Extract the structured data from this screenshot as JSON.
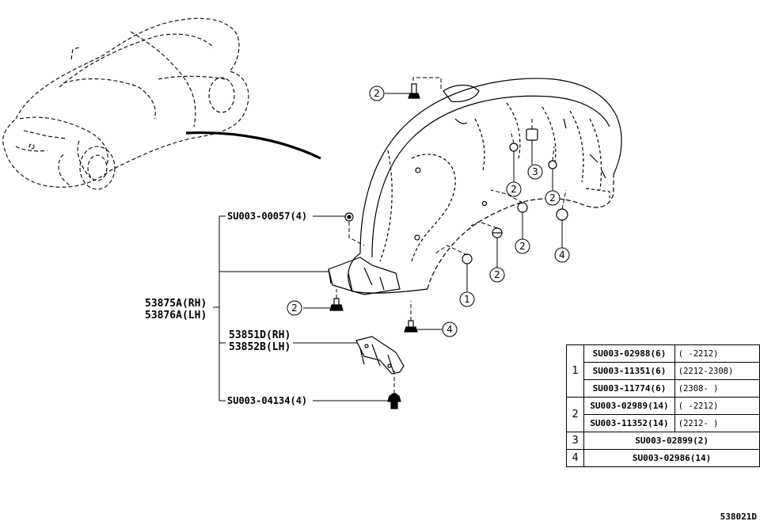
{
  "callouts": {
    "c1": "1",
    "c2": "2",
    "c3": "3",
    "c4": "4"
  },
  "labels": {
    "clip_top": "SU003-00057(4)",
    "liner_rh": "53875A(RH)",
    "liner_lh": "53876A(LH)",
    "bracket_rh": "53851D(RH)",
    "bracket_lh": "53852B(LH)",
    "clip_bottom": "SU003-04134(4)"
  },
  "legend": {
    "rows": [
      {
        "key": "1",
        "part": "SU003-02988(6)",
        "range": "(    -2212)"
      },
      {
        "part": "SU003-11351(6)",
        "range": "(2212-2308)"
      },
      {
        "part": "SU003-11774(6)",
        "range": "(2308-    )"
      },
      {
        "key": "2",
        "part": "SU003-02989(14)",
        "range": "(    -2212)"
      },
      {
        "part": "SU003-11352(14)",
        "range": "(2212-    )"
      },
      {
        "key": "3",
        "part": "SU003-02899(2)"
      },
      {
        "key": "4",
        "part": "SU003-02986(14)"
      }
    ]
  },
  "ref_code": "538021D"
}
